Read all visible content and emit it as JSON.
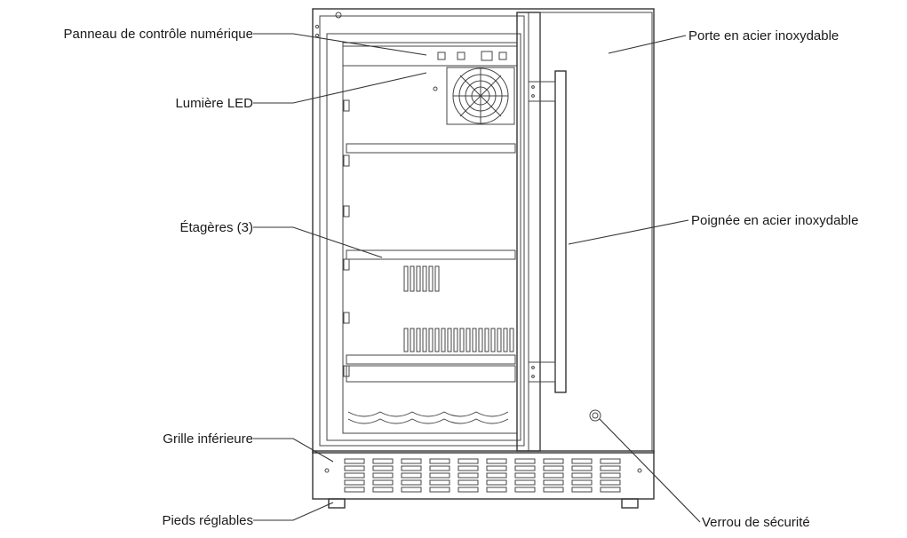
{
  "labels": {
    "control_panel": "Panneau de contrôle numérique",
    "led_light": "Lumière LED",
    "shelves": "Étagères (3)",
    "bottom_grille": "Grille inférieure",
    "adjustable_feet": "Pieds réglables",
    "stainless_door": "Porte en acier inoxydable",
    "stainless_handle": "Poignée en acier inoxydable",
    "security_lock": "Verrou de sécurité"
  }
}
